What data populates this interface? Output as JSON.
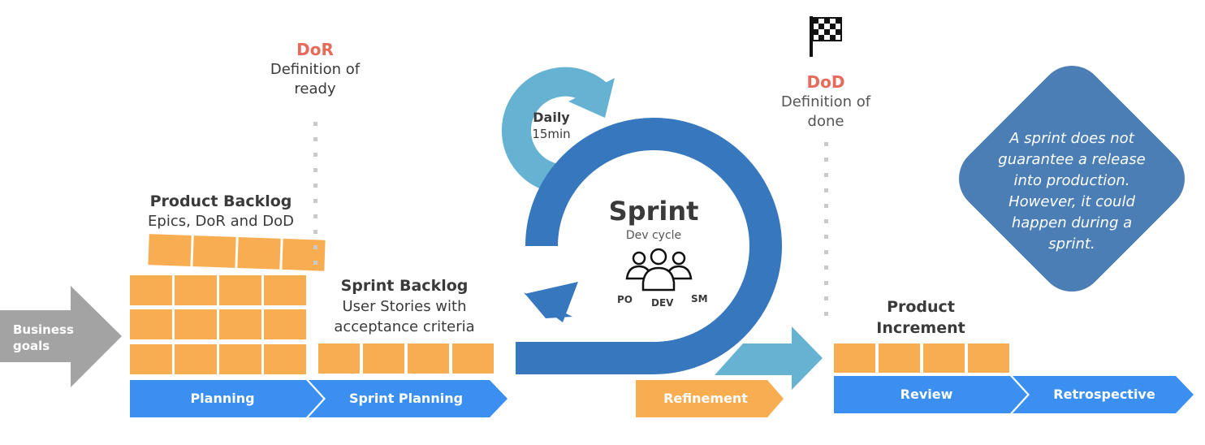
{
  "business_goals": {
    "label_line1": "Business",
    "label_line2": "goals"
  },
  "dor": {
    "abbr": "DoR",
    "line1": "Definition of",
    "line2": "ready"
  },
  "dod": {
    "abbr": "DoD",
    "line1": "Definition of",
    "line2": "done"
  },
  "product_backlog": {
    "title": "Product Backlog",
    "subtitle": "Epics, DoR and DoD"
  },
  "sprint_backlog": {
    "title": "Sprint Backlog",
    "subtitle_line1": "User Stories with",
    "subtitle_line2": "acceptance criteria"
  },
  "daily": {
    "title": "Daily",
    "duration": "15min"
  },
  "sprint": {
    "title": "Sprint",
    "subtitle": "Dev cycle",
    "roles": [
      "PO",
      "DEV",
      "SM"
    ]
  },
  "product_increment": {
    "title_line1": "Product",
    "title_line2": "Increment"
  },
  "note": {
    "lines": [
      "A sprint does not",
      "guarantee a release",
      "into production.",
      "However, it could",
      "happen during a",
      "sprint."
    ]
  },
  "phases": {
    "planning": "Planning",
    "sprint_planning": "Sprint Planning",
    "refinement": "Refinement",
    "review": "Review",
    "retrospective": "Retrospective"
  },
  "colors": {
    "brick": "#f9ad51",
    "phase_blue": "#3a8ff0",
    "sprint_blue": "#3777bd",
    "daily_blue": "#66b2d2",
    "note_blue": "#4a7eb5",
    "accent_red": "#e86a5a",
    "arrow_gray": "#a3a3a3"
  }
}
